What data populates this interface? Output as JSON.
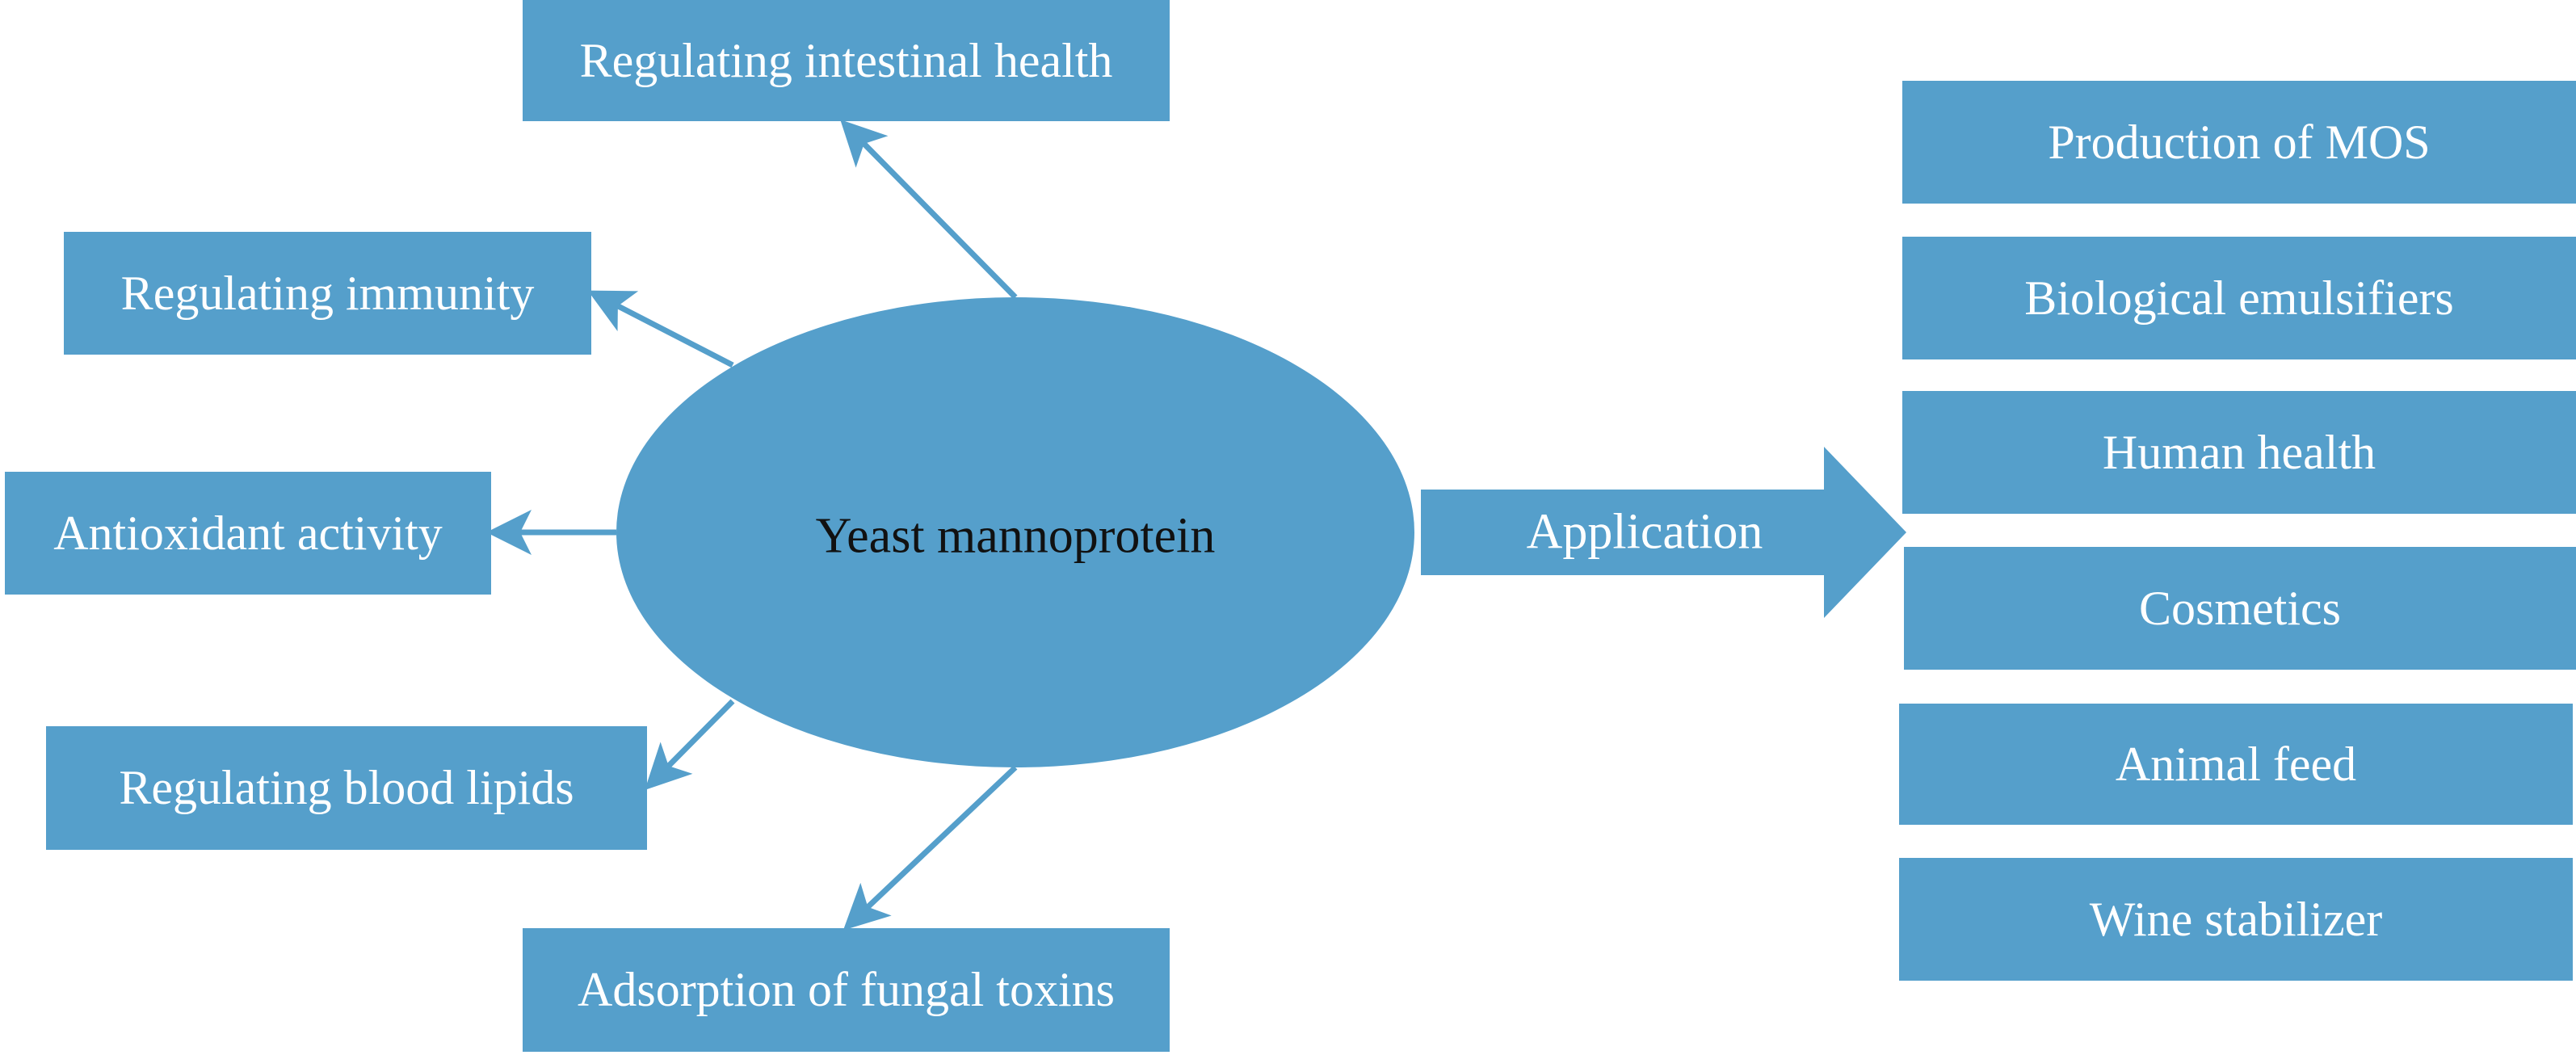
{
  "diagram": {
    "center": {
      "label": "Yeast mannoprotein"
    },
    "functions": [
      {
        "label": "Regulating intestinal health"
      },
      {
        "label": "Regulating immunity"
      },
      {
        "label": "Antioxidant activity"
      },
      {
        "label": "Regulating blood lipids"
      },
      {
        "label": "Adsorption of fungal toxins"
      }
    ],
    "application_arrow": {
      "label": "Application"
    },
    "applications": [
      {
        "label": "Production of MOS"
      },
      {
        "label": "Biological emulsifiers"
      },
      {
        "label": "Human health"
      },
      {
        "label": "Cosmetics"
      },
      {
        "label": "Animal feed"
      },
      {
        "label": "Wine stabilizer"
      }
    ]
  },
  "colors": {
    "shape_fill": "#559fcb",
    "box_text": "#ffffff",
    "center_text": "#111111",
    "background": "#ffffff"
  }
}
